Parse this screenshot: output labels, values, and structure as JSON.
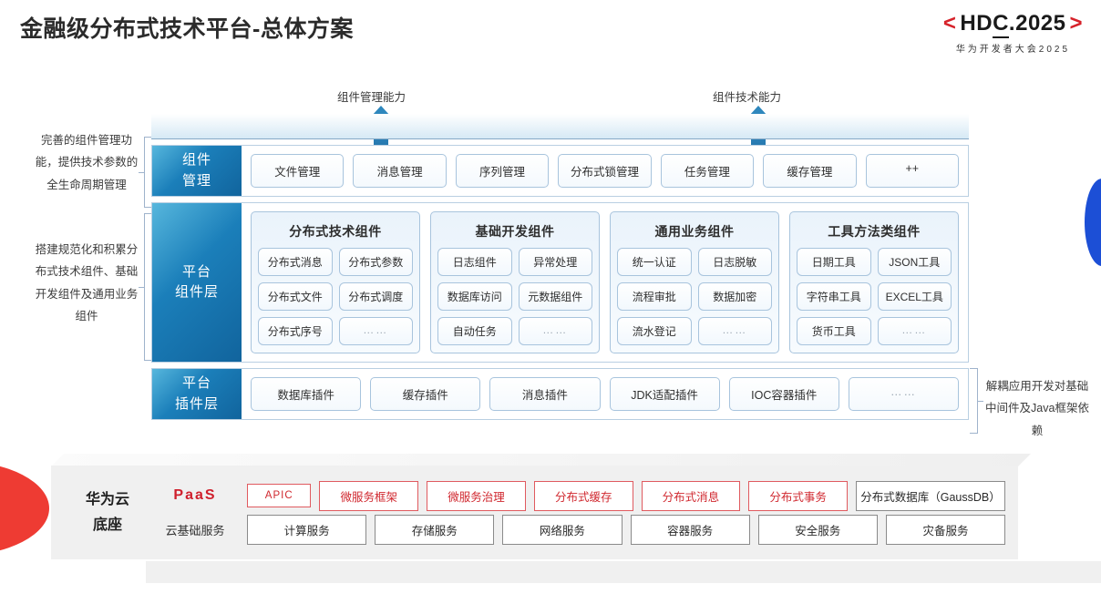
{
  "header": {
    "title": "金融级分布式技术平台-总体方案",
    "logo": {
      "open_bracket": "<",
      "main": "HD",
      "underlined": "C",
      "tail": ".2025",
      "close_bracket": ">",
      "subtitle": "华为开发者大会2025"
    }
  },
  "capability_arrows": [
    {
      "label": "组件管理能力",
      "icon": "arrow-up-icon"
    },
    {
      "label": "组件技术能力",
      "icon": "arrow-up-icon"
    }
  ],
  "annotations": {
    "left_top": "完善的组件管理功能，提供技术参数的全生命周期管理",
    "left_mid": "搭建规范化和积累分布式技术组件、基础开发组件及通用业务组件",
    "right": "解耦应用开发对基础中间件及Java框架依赖"
  },
  "layers": [
    {
      "name": "component-management",
      "tab": "组件\n管理",
      "tab_line1": "组件",
      "tab_line2": "管理",
      "chips": [
        "文件管理",
        "消息管理",
        "序列管理",
        "分布式锁管理",
        "任务管理",
        "缓存管理",
        "++"
      ]
    },
    {
      "name": "platform-plugin",
      "tab_line1": "平台",
      "tab_line2": "插件层",
      "chips": [
        "数据库插件",
        "缓存插件",
        "消息插件",
        "JDK适配插件",
        "IOC容器插件",
        "……"
      ]
    }
  ],
  "component_layer": {
    "tab_line1": "平台",
    "tab_line2": "组件层",
    "groups": [
      {
        "title": "分布式技术组件",
        "cells": [
          "分布式消息",
          "分布式参数",
          "分布式文件",
          "分布式调度",
          "分布式序号",
          "……"
        ]
      },
      {
        "title": "基础开发组件",
        "cells": [
          "日志组件",
          "异常处理",
          "数据库访问",
          "元数据组件",
          "自动任务",
          "……"
        ]
      },
      {
        "title": "通用业务组件",
        "cells": [
          "统一认证",
          "日志脱敏",
          "流程审批",
          "数据加密",
          "流水登记",
          "……"
        ]
      },
      {
        "title": "工具方法类组件",
        "cells": [
          "日期工具",
          "JSON工具",
          "字符串工具",
          "EXCEL工具",
          "货币工具",
          "……"
        ]
      }
    ]
  },
  "cloud_base": {
    "title_line1": "华为云",
    "title_line2": "底座",
    "paas_label": "PaaS",
    "paas_items": [
      {
        "label": "APIC",
        "style": "red"
      },
      {
        "label": "微服务框架",
        "style": "red"
      },
      {
        "label": "微服务治理",
        "style": "red"
      },
      {
        "label": "分布式缓存",
        "style": "red"
      },
      {
        "label": "分布式消息",
        "style": "red"
      },
      {
        "label": "分布式事务",
        "style": "red"
      },
      {
        "label": "分布式数据库（GaussDB）",
        "style": "gray"
      }
    ],
    "infra_label": "云基础服务",
    "infra_items": [
      "计算服务",
      "存储服务",
      "网络服务",
      "容器服务",
      "安全服务",
      "灾备服务"
    ]
  },
  "colors": {
    "accent_red": "#d0282f",
    "brand_blue": "#1b7fba",
    "edge_blue": "#1c4fd6",
    "edge_red": "#ee3b33"
  }
}
